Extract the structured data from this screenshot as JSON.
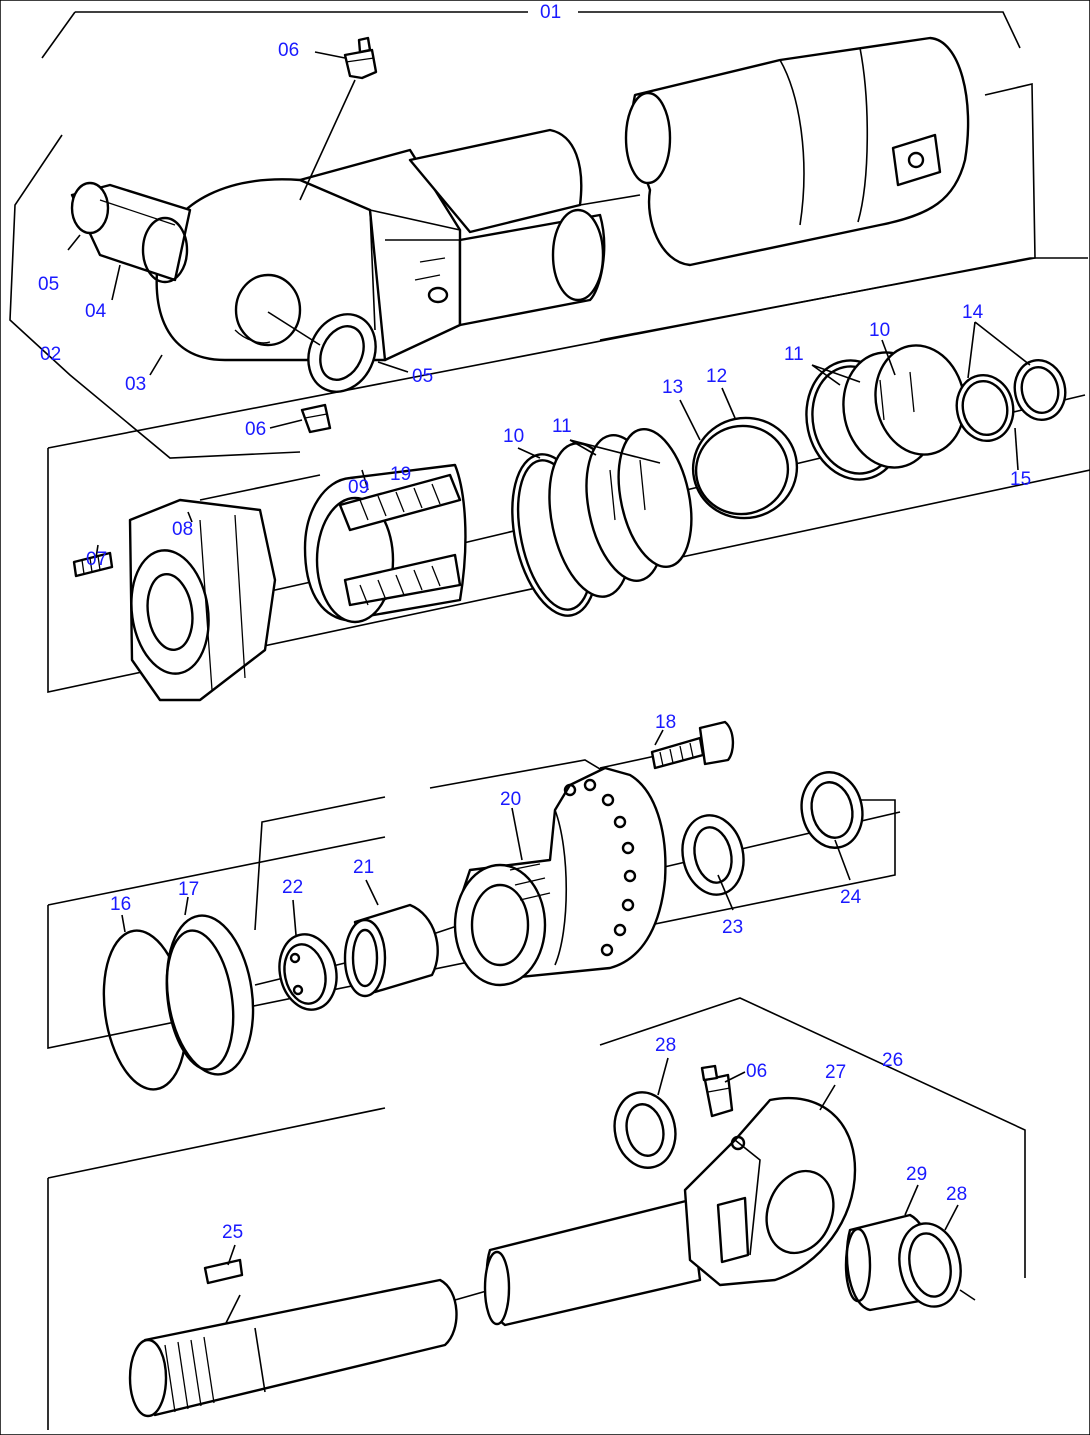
{
  "labels": {
    "l01": "01",
    "l02": "02",
    "l03": "03",
    "l04": "04",
    "l05a": "05",
    "l05b": "05",
    "l06a": "06",
    "l06b": "06",
    "l06c": "06",
    "l07": "07",
    "l08": "08",
    "l09": "09",
    "l10a": "10",
    "l10b": "10",
    "l11a": "11",
    "l11b": "11",
    "l12": "12",
    "l13": "13",
    "l14": "14",
    "l15": "15",
    "l16": "16",
    "l17": "17",
    "l18": "18",
    "l19": "19",
    "l20": "20",
    "l21": "21",
    "l22": "22",
    "l23": "23",
    "l24": "24",
    "l25": "25",
    "l26": "26",
    "l27": "27",
    "l28a": "28",
    "l28b": "28",
    "l29": "29"
  },
  "colors": {
    "label": "#1a1aff",
    "line": "#000000",
    "background": "#ffffff"
  }
}
